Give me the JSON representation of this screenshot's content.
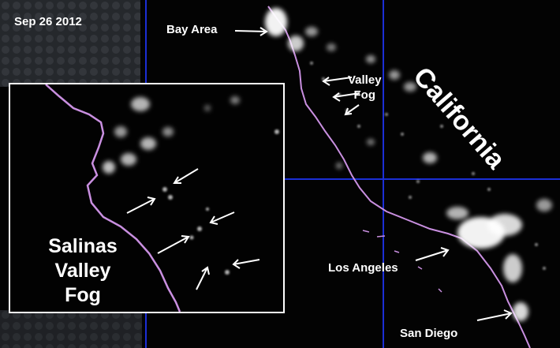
{
  "labels": {
    "date": "Sep 26 2012",
    "state": "California",
    "bay_area": "Bay Area",
    "valley_fog": "Valley\nFog",
    "los_angeles": "Los Angeles",
    "san_diego": "San Diego",
    "inset_title": "Salinas\nValley\nFog"
  },
  "colors": {
    "background": "#030303",
    "coastline": "#c98fe0",
    "grid_line": "#1b2fd6",
    "city_light": "#ffffff",
    "label": "#ffffff"
  }
}
